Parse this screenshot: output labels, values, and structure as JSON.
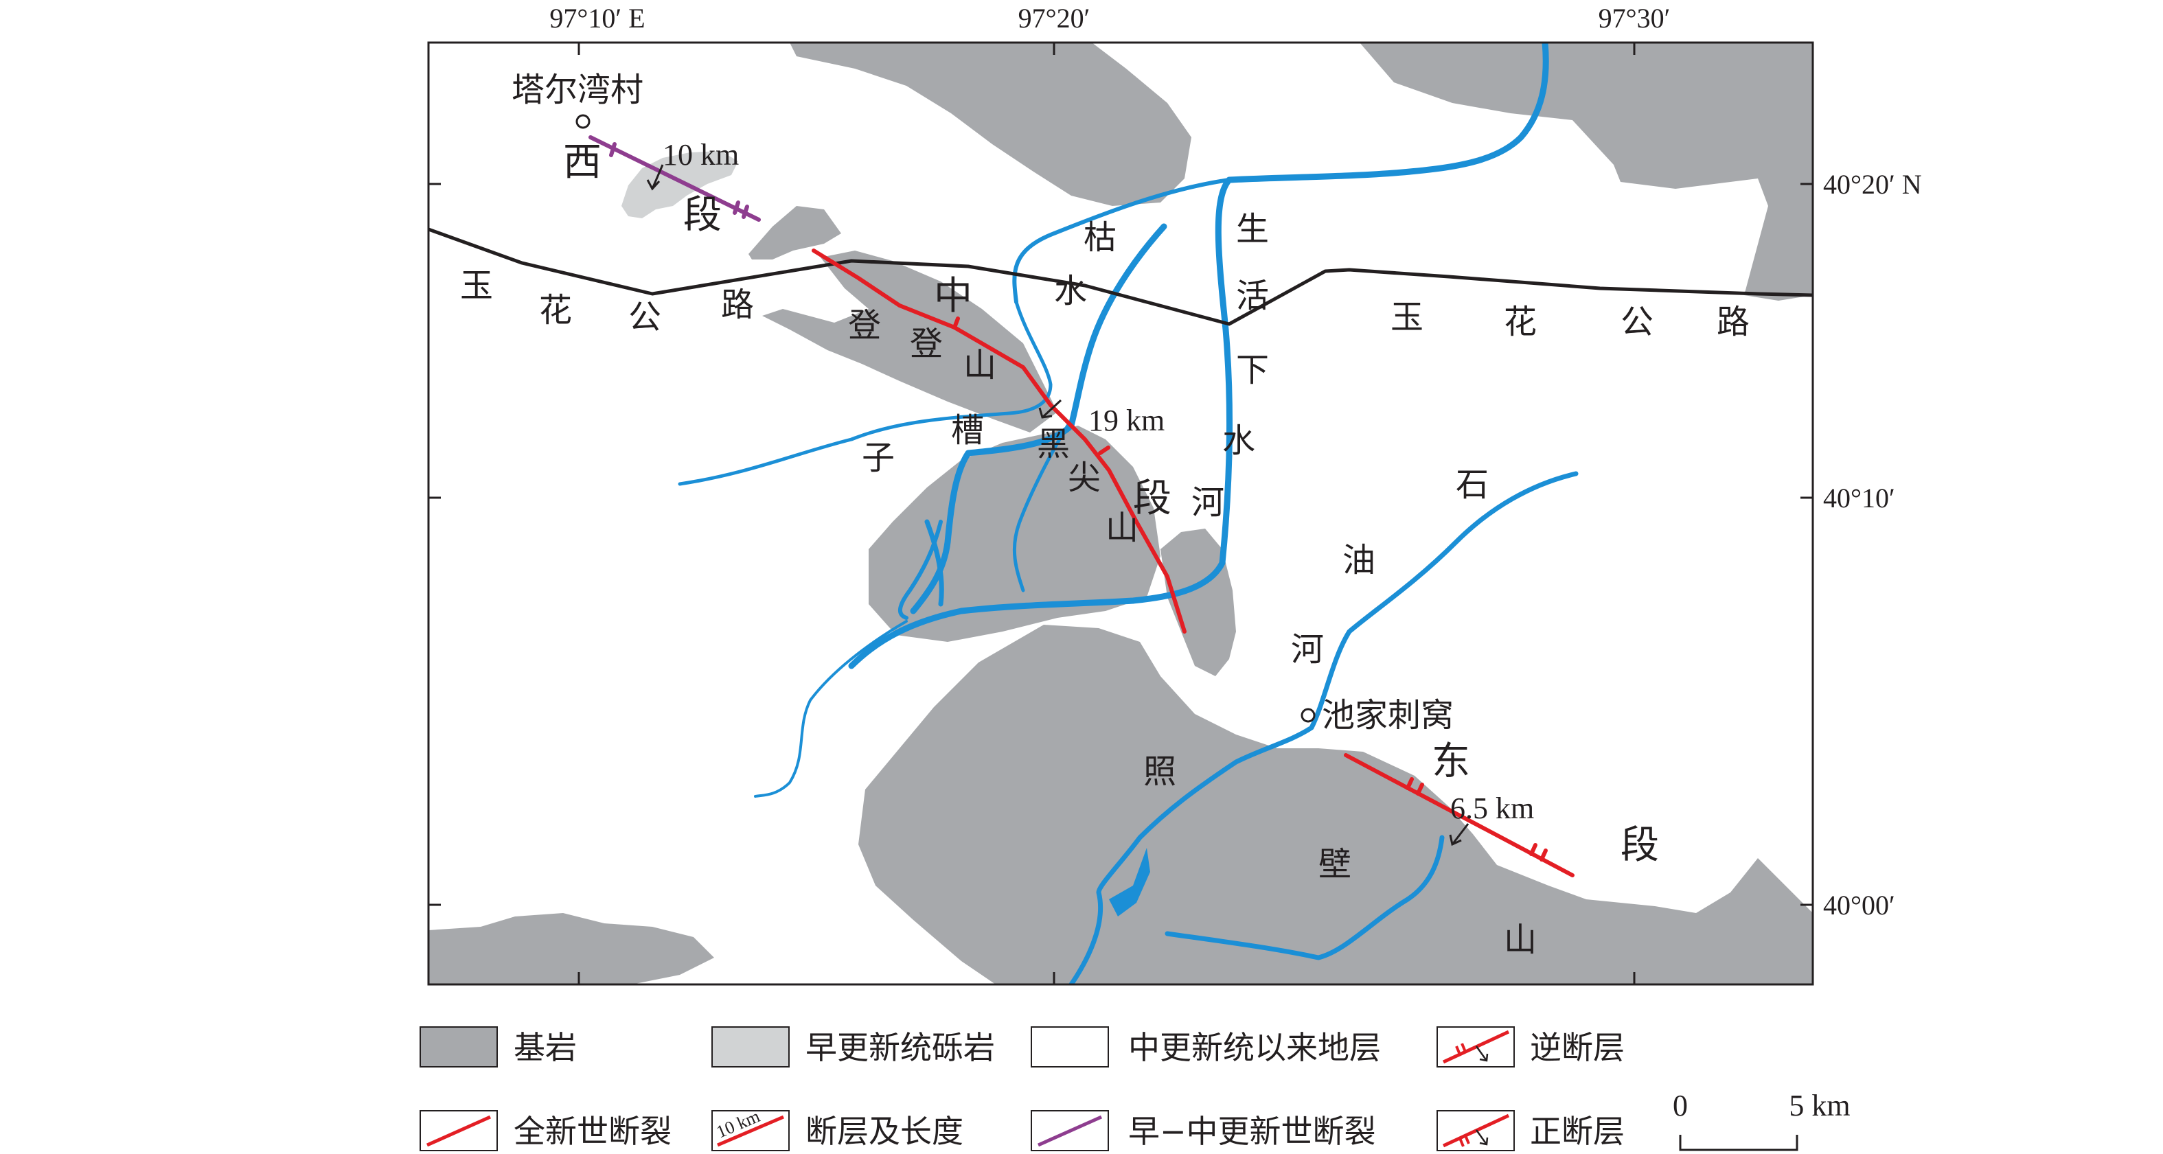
{
  "coordinates": {
    "longitude": [
      "97°10′ E",
      "97°20′",
      "97°30′"
    ],
    "latitude": [
      "40°20′ N",
      "40°10′",
      "40°00′"
    ]
  },
  "settlements": {
    "tarwan": "塔尔湾村",
    "chijia": "池家刺窝"
  },
  "segments": {
    "west": [
      "西",
      "段"
    ],
    "middle": [
      "中",
      "段"
    ],
    "east": [
      "东",
      "段"
    ]
  },
  "road_label": [
    "玉",
    "花",
    "公",
    "路"
  ],
  "rivers": {
    "kushui": [
      "枯",
      "水"
    ],
    "shenghuo": [
      "生",
      "活",
      "下",
      "水",
      "河"
    ],
    "shiyou": [
      "石",
      "油",
      "河"
    ]
  },
  "mountains": {
    "dengdeng": [
      "登",
      "登",
      "山"
    ],
    "caozi": [
      "槽",
      "子"
    ],
    "heijian": [
      "黑",
      "尖",
      "山"
    ],
    "zhaobi": [
      "照",
      "壁",
      "山"
    ]
  },
  "fault_lengths": {
    "west": "10 km",
    "middle": "19 km",
    "east": "6.5 km"
  },
  "legend": {
    "bedrock": "基岩",
    "early_pleistocene_conglomerate": "早更新统砾岩",
    "middle_pleistocene_strata": "中更新统以来地层",
    "reverse_fault": "逆断层",
    "holocene_fault": "全新世断裂",
    "fault_and_length": "断层及长度",
    "fault_sample_length": "10 km",
    "early_middle_pleistocene_fault": "早−中更新世断裂",
    "normal_fault": "正断层"
  },
  "scale_bar": {
    "start": "0",
    "end": "5 km"
  },
  "colors": {
    "bedrock": "#a7a9ac",
    "conglomerate": "#d1d3d4",
    "river": "#1b8fd6",
    "holocene_fault": "#e31e24",
    "early_fault": "#8e3d8f",
    "road": "#231f20"
  }
}
